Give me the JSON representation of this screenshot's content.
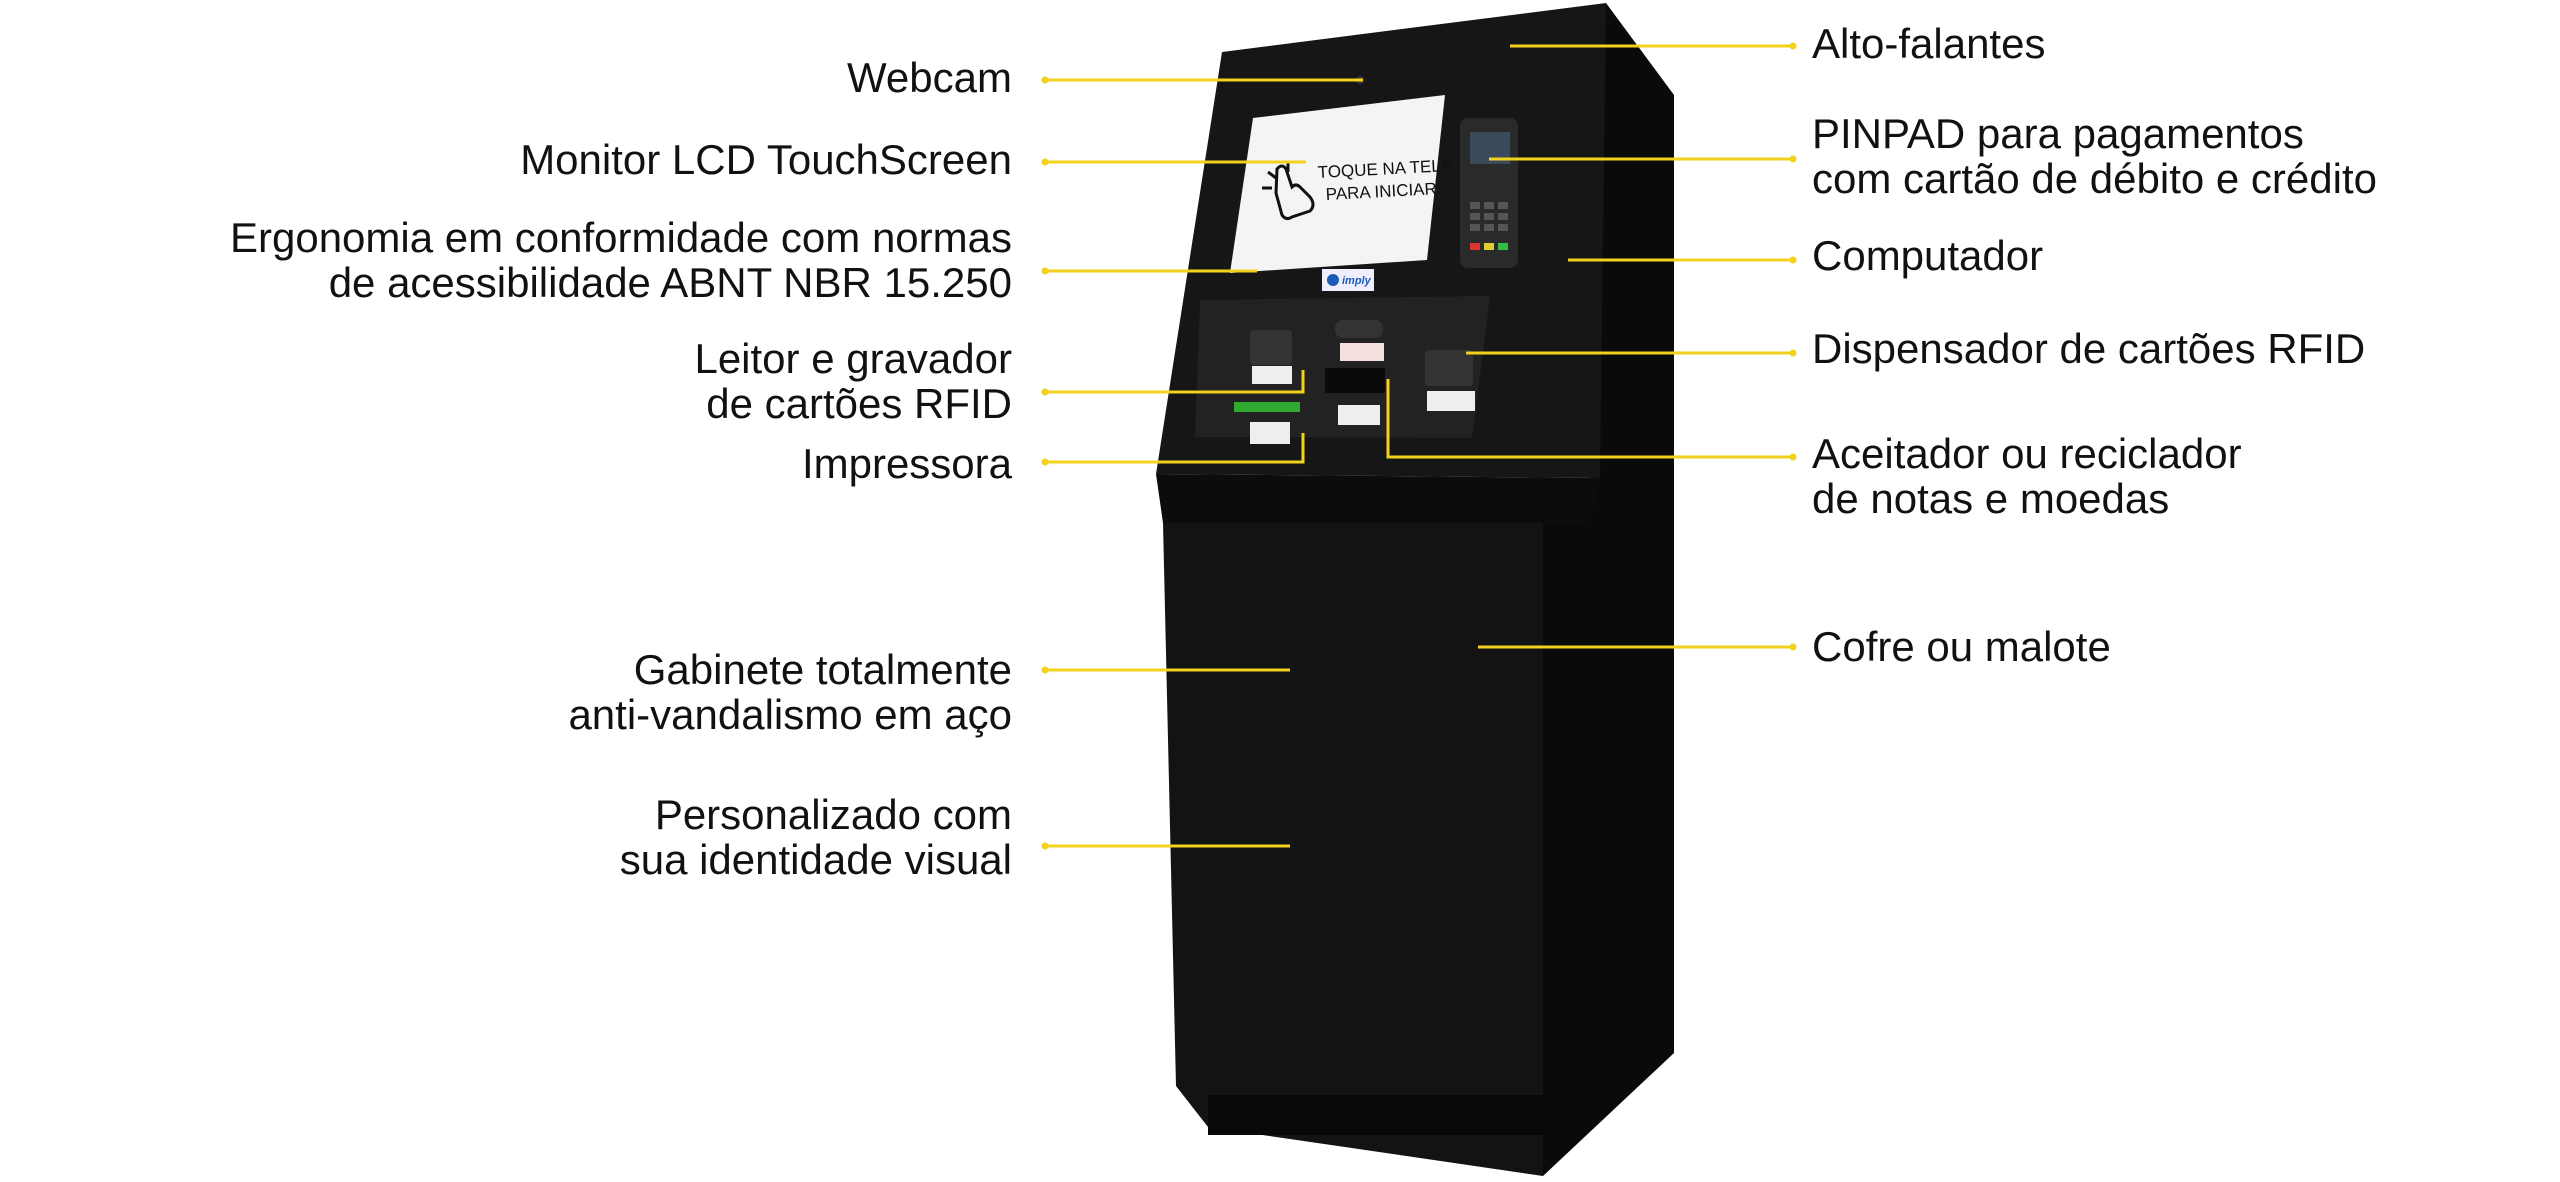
{
  "callouts_left": [
    {
      "id": "webcam",
      "lines": [
        "Webcam"
      ]
    },
    {
      "id": "monitor",
      "lines": [
        "Monitor LCD TouchScreen"
      ]
    },
    {
      "id": "ergonomia",
      "lines": [
        "Ergonomia em conformidade com normas",
        "de acessibilidade ABNT NBR 15.250"
      ]
    },
    {
      "id": "leitor",
      "lines": [
        "Leitor e gravador",
        "de cartões RFID"
      ]
    },
    {
      "id": "impressora",
      "lines": [
        "Impressora"
      ]
    },
    {
      "id": "gabinete",
      "lines": [
        "Gabinete totalmente",
        "anti-vandalismo em aço"
      ]
    },
    {
      "id": "personalizado",
      "lines": [
        "Personalizado com",
        "sua identidade visual"
      ]
    }
  ],
  "callouts_right": [
    {
      "id": "alto-falantes",
      "lines": [
        "Alto-falantes"
      ]
    },
    {
      "id": "pinpad",
      "lines": [
        "PINPAD para pagamentos",
        "com cartão de débito e crédito"
      ]
    },
    {
      "id": "computador",
      "lines": [
        "Computador"
      ]
    },
    {
      "id": "dispensador",
      "lines": [
        "Dispensador de cartões RFID"
      ]
    },
    {
      "id": "aceitador",
      "lines": [
        "Aceitador ou reciclador",
        "de notas e moedas"
      ]
    },
    {
      "id": "cofre",
      "lines": [
        "Cofre ou malote"
      ]
    }
  ],
  "screen": {
    "line1": "TOQUE NA TELA",
    "line2": "PARA INICIAR"
  },
  "brand_logo": "imply",
  "colors": {
    "callout_line": "#f2d21b",
    "kiosk": "#141414",
    "kiosk_side": "#0b0b0b",
    "text": "#111111"
  }
}
